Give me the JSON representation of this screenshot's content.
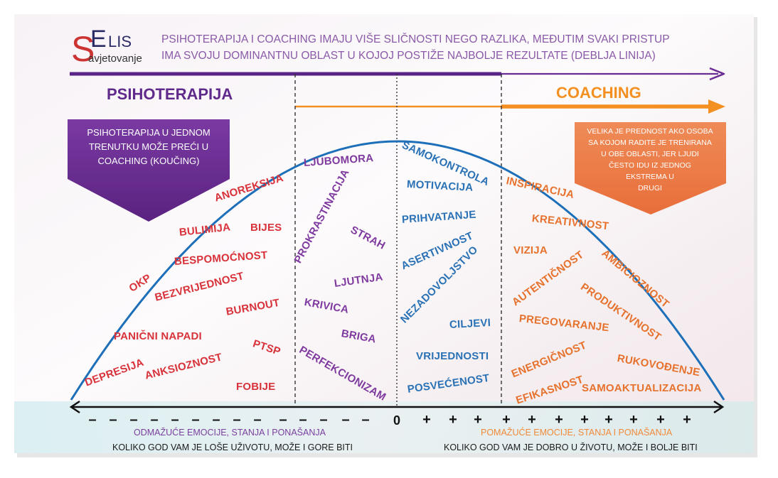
{
  "logo": {
    "letters": "SELIS",
    "subtitle": "avjetovanje"
  },
  "header": {
    "line1": "PSIHOTERAPIJA I COACHING IMAJU VIŠE SLIČNOSTI NEGO RAZLIKA, MEĐUTIM SVAKI PRISTUP",
    "line2": "IMA SVOJU DOMINANTNU OBLAST U KOJOJ POSTIŽE NAJBOLJE REZULTATE (DEBLJA LINIJA)"
  },
  "labels": {
    "left": "PSIHOTERAPIJA",
    "right": "COACHING"
  },
  "left_callout": [
    "PSIHOTERAPIJA U JEDNOM",
    "TRENUTKU MOŽE PREĆI U",
    "COACHING (KOUČING)"
  ],
  "right_callout": [
    "VELIKA JE PREDNOST AKO OSOBA",
    "SA KOJOM RADITE JE TRENIRANA",
    "U OBE OBLASTI, JER LJUDI",
    "ČESTO IDU IZ JEDNOG",
    "EKSTREMA U",
    "DRUGI"
  ],
  "words": {
    "anoreksija": "ANOREKSIJA",
    "bulimija": "BULIMIJA",
    "bijes": "BIJES",
    "bespomocnost": "BESPOMOĆNOST",
    "okp": "OKP",
    "bezvrijednost": "BEZVRIJEDNOST",
    "burnout": "BURNOUT",
    "panicni": "PANIČNI NAPADI",
    "ptsp": "PTSP",
    "depresija": "DEPRESIJA",
    "anksioznost": "ANKSIOZNOST",
    "fobije": "FOBIJE",
    "ljubomora": "LJUBOMORA",
    "prokrastinacija": "PROKRASTINACIJA",
    "strah": "STRAH",
    "ljutnja": "LJUTNJA",
    "krivica": "KRIVICA",
    "briga": "BRIGA",
    "perfekcionizam": "PERFEKCIONIZAM",
    "samokontrola": "SAMOKONTROLA",
    "motivacija": "MOTIVACIJA",
    "prihvatanje": "PRIHVATANJE",
    "asertivnost": "ASERTIVNOST",
    "nezadovoljstvo": "NEZADOVOLJSTVO",
    "ciljevi": "CILJEVI",
    "vrijednosti": "VRIJEDNOSTI",
    "posvecenost": "POSVEĆENOST",
    "inspiracija": "INSPIRACIJA",
    "kreativnost": "KREATIVNOST",
    "vizija": "VIZIJA",
    "ambicioznost": "AMBICIOZNOST",
    "autenticnost": "AUTENTIČNOST",
    "produktivnost": "PRODUKTIVNOST",
    "pregovaranje": "PREGOVARANJE",
    "energicnost": "ENERGIČNOST",
    "rukovodjenje": "RUKOVOĐENJE",
    "efikasnost": "EFIKASNOST",
    "samoaktualizacija": "SAMOAKTUALIZACIJA"
  },
  "axis": {
    "minus": "–",
    "zero": "0",
    "plus": "+"
  },
  "bottom": {
    "left_title": "ODMAŽUĆE EMOCIJE, STANJA I PONAŠANJA",
    "left_sub": "KOLIKO GOD VAM JE LOŠE UŽIVOTU, MOŽE I GORE BITI",
    "right_title": "POMAŽUĆE EMOCIJE, STANJA I PONAŠANJA",
    "right_sub": "KOLIKO GOD VAM JE DOBRO U ŽIVOTU, MOŽE I BOLJE BITI"
  },
  "colors": {
    "purple": "#6a2d91",
    "orange": "#f39021",
    "blue": "#1c6fb8",
    "red": "#d8323a",
    "callout_orange": "#ec7e48"
  }
}
